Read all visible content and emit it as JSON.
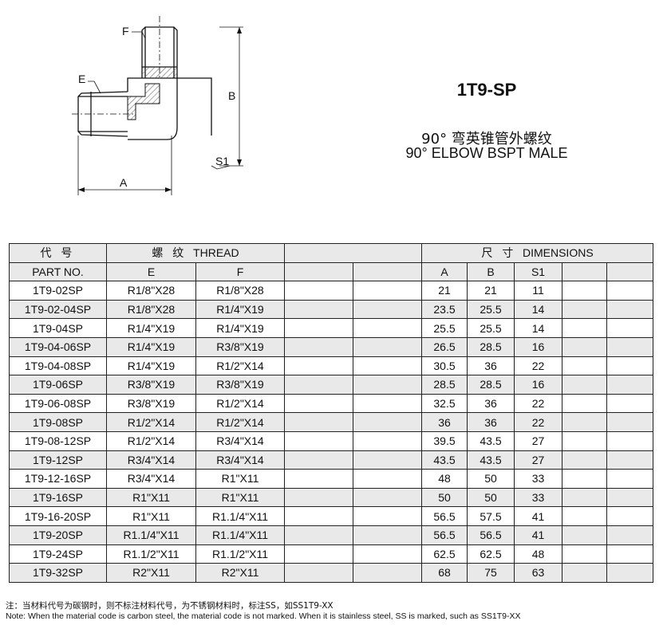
{
  "product": {
    "code": "1T9-SP",
    "name_cn": "90° 弯英锥管外螺纹",
    "name_en": "90° ELBOW BSPT MALE"
  },
  "drawing": {
    "labels": {
      "F": "F",
      "E": "E",
      "A": "A",
      "B": "B",
      "S1": "S1"
    }
  },
  "table": {
    "header": {
      "code_cn": "代 号",
      "part_no": "PART NO.",
      "thread_cn": "螺 纹",
      "thread_en": "THREAD",
      "E": "E",
      "F": "F",
      "dims_cn": "尺 寸",
      "dims_en": "DIMENSIONS",
      "A": "A",
      "B": "B",
      "S1": "S1"
    },
    "rows": [
      {
        "part": "1T9-02SP",
        "e": "R1/8\"X28",
        "f": "R1/8\"X28",
        "a": "21",
        "b": "21",
        "s1": "11"
      },
      {
        "part": "1T9-02-04SP",
        "e": "R1/8\"X28",
        "f": "R1/4\"X19",
        "a": "23.5",
        "b": "25.5",
        "s1": "14"
      },
      {
        "part": "1T9-04SP",
        "e": "R1/4\"X19",
        "f": "R1/4\"X19",
        "a": "25.5",
        "b": "25.5",
        "s1": "14"
      },
      {
        "part": "1T9-04-06SP",
        "e": "R1/4\"X19",
        "f": "R3/8\"X19",
        "a": "26.5",
        "b": "28.5",
        "s1": "16"
      },
      {
        "part": "1T9-04-08SP",
        "e": "R1/4\"X19",
        "f": "R1/2\"X14",
        "a": "30.5",
        "b": "36",
        "s1": "22"
      },
      {
        "part": "1T9-06SP",
        "e": "R3/8\"X19",
        "f": "R3/8\"X19",
        "a": "28.5",
        "b": "28.5",
        "s1": "16"
      },
      {
        "part": "1T9-06-08SP",
        "e": "R3/8\"X19",
        "f": "R1/2\"X14",
        "a": "32.5",
        "b": "36",
        "s1": "22"
      },
      {
        "part": "1T9-08SP",
        "e": "R1/2\"X14",
        "f": "R1/2\"X14",
        "a": "36",
        "b": "36",
        "s1": "22"
      },
      {
        "part": "1T9-08-12SP",
        "e": "R1/2\"X14",
        "f": "R3/4\"X14",
        "a": "39.5",
        "b": "43.5",
        "s1": "27"
      },
      {
        "part": "1T9-12SP",
        "e": "R3/4\"X14",
        "f": "R3/4\"X14",
        "a": "43.5",
        "b": "43.5",
        "s1": "27"
      },
      {
        "part": "1T9-12-16SP",
        "e": "R3/4\"X14",
        "f": "R1\"X11",
        "a": "48",
        "b": "50",
        "s1": "33"
      },
      {
        "part": "1T9-16SP",
        "e": "R1\"X11",
        "f": "R1\"X11",
        "a": "50",
        "b": "50",
        "s1": "33"
      },
      {
        "part": "1T9-16-20SP",
        "e": "R1\"X11",
        "f": "R1.1/4\"X11",
        "a": "56.5",
        "b": "57.5",
        "s1": "41"
      },
      {
        "part": "1T9-20SP",
        "e": "R1.1/4\"X11",
        "f": "R1.1/4\"X11",
        "a": "56.5",
        "b": "56.5",
        "s1": "41"
      },
      {
        "part": "1T9-24SP",
        "e": "R1.1/2\"X11",
        "f": "R1.1/2\"X11",
        "a": "62.5",
        "b": "62.5",
        "s1": "48"
      },
      {
        "part": "1T9-32SP",
        "e": "R2\"X11",
        "f": "R2\"X11",
        "a": "68",
        "b": "75",
        "s1": "63"
      }
    ]
  },
  "notes": {
    "cn": "注：当材料代号为碳钢时，则不标注材料代号，为不锈钢材料时，标注SS，如SS1T9-XX",
    "en": "Note: When the material code is carbon steel, the material code is not marked. When it is stainless steel, SS is marked, such as SS1T9-XX"
  },
  "colors": {
    "row_shade": "#e9e9e9",
    "line": "#222222",
    "hatch": "#555555"
  }
}
